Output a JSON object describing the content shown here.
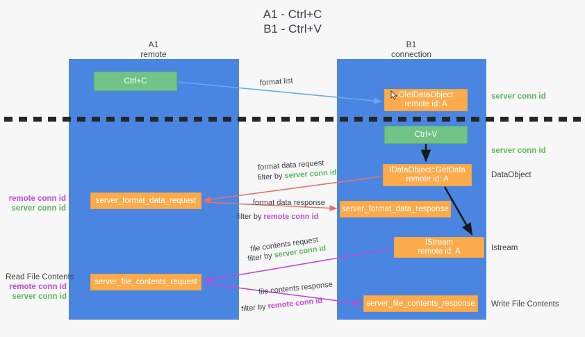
{
  "title": {
    "line1": "A1 - Ctrl+C",
    "line2": "B1 - Ctrl+V"
  },
  "lanes": [
    {
      "id": "a1",
      "name": "A1",
      "role": "remote",
      "color": "#4a86e1"
    },
    {
      "id": "b1",
      "name": "B1",
      "role": "connection",
      "color": "#4a86e1"
    }
  ],
  "colors": {
    "lane": "#4a86e1",
    "green_node": "#72c387",
    "orange_node": "#fbab4c",
    "server_conn_id": "#5cb85c",
    "remote_conn_id": "#c049d6",
    "arrow_blue": "#6aa9e9",
    "arrow_red": "#e8706a",
    "arrow_magenta": "#c049d6",
    "arrow_black": "#1a1a1a",
    "dashed_line": "#262626"
  },
  "nodes": {
    "ctrl_c": {
      "label": "Ctrl+C",
      "kind": "green"
    },
    "ole_data_object": {
      "line1": "OleIDataObject",
      "line2": "remote id: A",
      "kind": "orange"
    },
    "ctrl_v": {
      "label": "Ctrl+V",
      "kind": "green"
    },
    "get_data": {
      "line1": "IDataObject::GetData",
      "line2": "remote id: A",
      "kind": "orange"
    },
    "format_data_request": {
      "label": "server_format_data_request",
      "kind": "orange"
    },
    "format_data_response": {
      "label": "server_format_data_response",
      "kind": "orange"
    },
    "istream": {
      "line1": "IStream",
      "line2": "remote id: A",
      "kind": "orange"
    },
    "file_contents_request": {
      "label": "server_file_contents_request",
      "kind": "orange"
    },
    "file_contents_response": {
      "label": "server_file_contents_response",
      "kind": "orange"
    }
  },
  "arrow_labels": {
    "format_list": "format list",
    "format_data_request": "format data request",
    "format_data_request_filter_prefix": "filter by ",
    "format_data_request_filter_value": "server conn id",
    "format_data_response": "format data response",
    "format_data_response_filter_prefix": "filter by ",
    "format_data_response_filter_value": "remote conn id",
    "file_contents_request": "file contents request",
    "file_contents_request_filter_prefix": "filter by ",
    "file_contents_request_filter_value": "server conn id",
    "file_contents_response": "file contents response",
    "file_contents_response_filter_prefix": "filter by ",
    "file_contents_response_filter_value": "remote conn id"
  },
  "right_annotations": {
    "server_conn_id_top": "server conn id",
    "server_conn_id_mid": "server conn id",
    "data_object": "DataObject",
    "istream": "Istream",
    "write_file_contents": "Write File Contents"
  },
  "left_annotations": {
    "remote_conn_id_1": "remote conn id",
    "server_conn_id_1": "server conn id",
    "read_file_contents": "Read File Contents",
    "remote_conn_id_2": "remote conn id",
    "server_conn_id_2": "server conn id"
  }
}
